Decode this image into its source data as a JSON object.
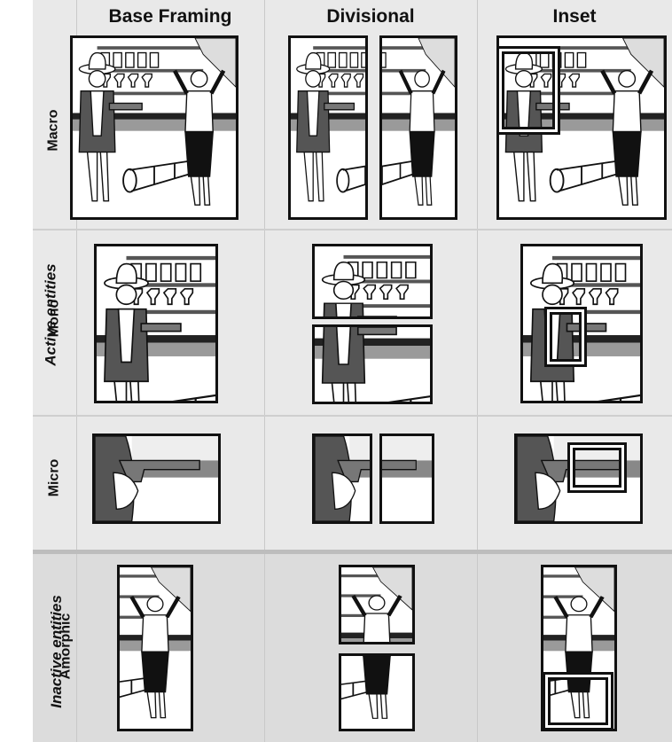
{
  "columns": [
    "Base Framing",
    "Divisional",
    "Inset"
  ],
  "rows": [
    "Macro",
    "Mono",
    "Micro",
    "Amorphic"
  ],
  "groups": [
    "Active entities",
    "Inactive entities"
  ]
}
